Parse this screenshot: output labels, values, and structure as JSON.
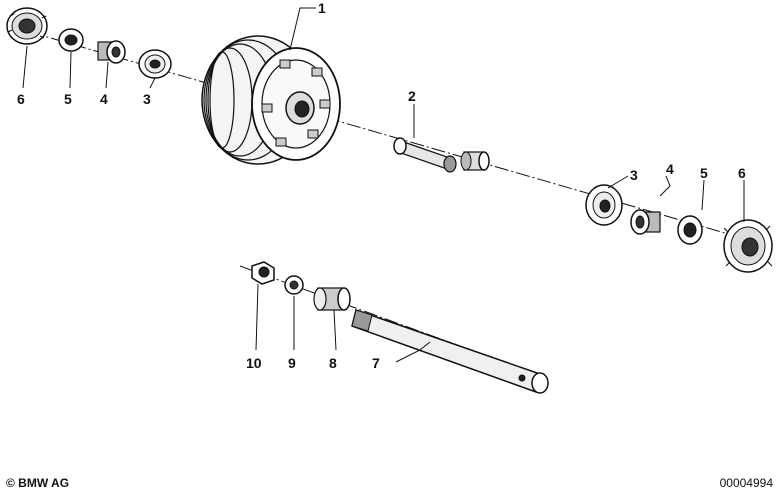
{
  "callouts": [
    {
      "id": "c1a",
      "label": "1"
    },
    {
      "id": "c2",
      "label": "2"
    },
    {
      "id": "c3a",
      "label": "3"
    },
    {
      "id": "c4a",
      "label": "4"
    },
    {
      "id": "c5a",
      "label": "5"
    },
    {
      "id": "c6a",
      "label": "6"
    },
    {
      "id": "c3b",
      "label": "3"
    },
    {
      "id": "c4b",
      "label": "4"
    },
    {
      "id": "c5b",
      "label": "5"
    },
    {
      "id": "c6b",
      "label": "6"
    },
    {
      "id": "c7",
      "label": "7"
    },
    {
      "id": "c8",
      "label": "8"
    },
    {
      "id": "c9",
      "label": "9"
    },
    {
      "id": "c10",
      "label": "10"
    }
  ],
  "footer": {
    "copyright": "© BMW AG",
    "doc_number": "00004994"
  }
}
